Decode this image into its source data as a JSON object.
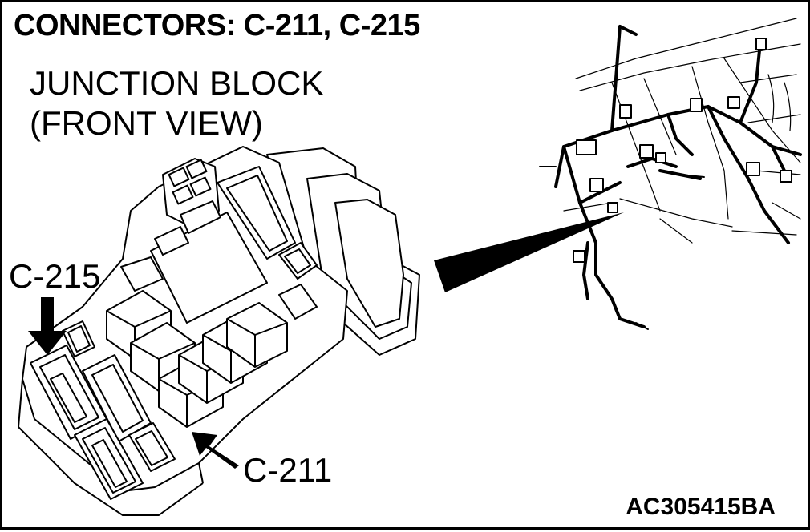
{
  "title": "CONNECTORS: C-211, C-215",
  "view_label": {
    "line1": "JUNCTION BLOCK",
    "line2": "(FRONT VIEW)"
  },
  "callouts": {
    "c215": "C-215",
    "c211": "C-211"
  },
  "figure_code": "AC305415BA",
  "icons": [
    "junction-block-illustration",
    "dashboard-harness-illustration",
    "pointer-wedge",
    "arrow-icon"
  ]
}
